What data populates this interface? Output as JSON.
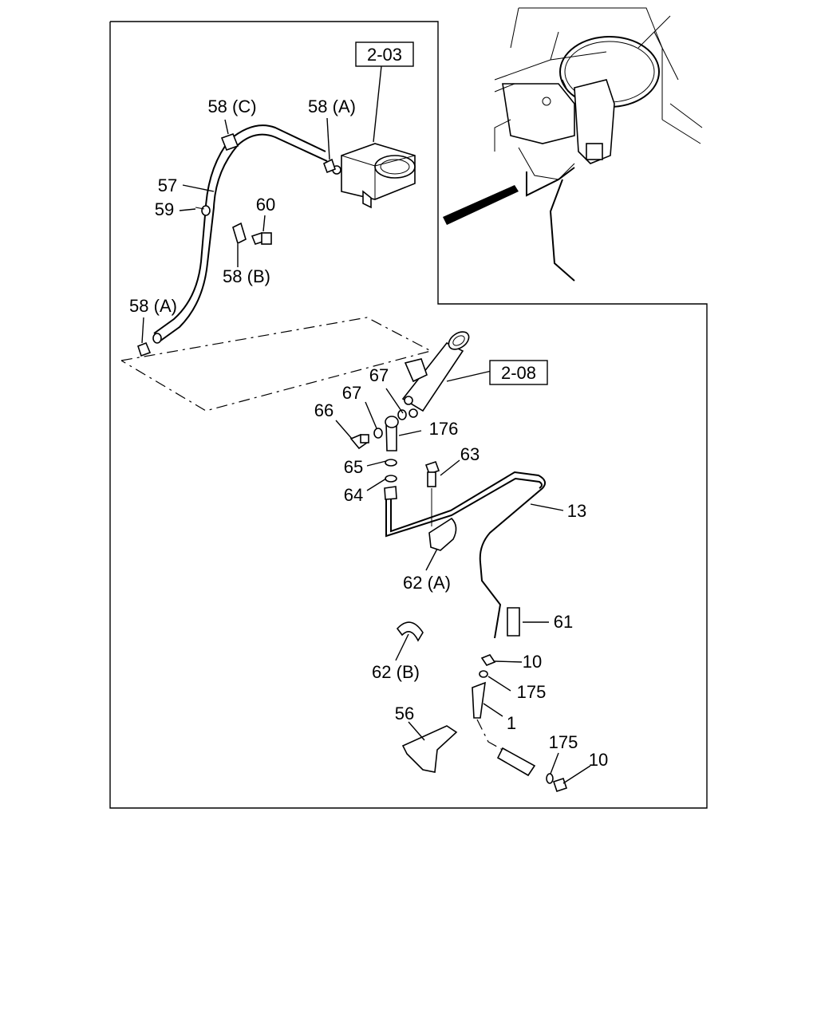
{
  "callouts": {
    "ref_2_03": "2-03",
    "ref_2_08": "2-08",
    "p58c": "58 (C)",
    "p58a_top": "58 (A)",
    "p57": "57",
    "p59": "59",
    "p60": "60",
    "p58b": "58 (B)",
    "p58a_left": "58 (A)",
    "p67a": "67",
    "p67b": "67",
    "p66": "66",
    "p176": "176",
    "p65": "65",
    "p64": "64",
    "p63": "63",
    "p13": "13",
    "p62a": "62 (A)",
    "p61": "61",
    "p10a": "10",
    "p62b": "62 (B)",
    "p175a": "175",
    "p1": "1",
    "p56": "56",
    "p175b": "175",
    "p10b": "10"
  }
}
